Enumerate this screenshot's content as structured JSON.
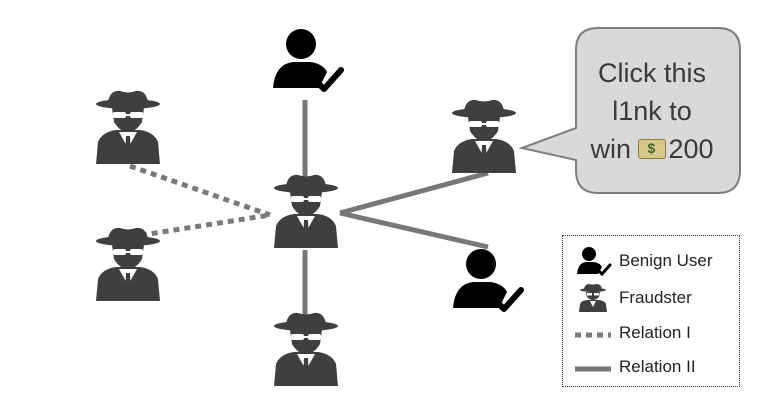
{
  "bubble": {
    "line1": "Click this",
    "line2": "l1nk to",
    "line3_prefix": "win ",
    "line3_amount": "200",
    "money_emoji": "money-emoji-icon"
  },
  "legend": {
    "benign": "Benign User",
    "fraudster": "Fraudster",
    "relation1": "Relation I",
    "relation2": "Relation II"
  },
  "colors": {
    "icon": "#3f3f3f",
    "edge": "#777777",
    "bubble_fill": "#d9d9d9",
    "bubble_stroke": "#7f7f7f"
  }
}
